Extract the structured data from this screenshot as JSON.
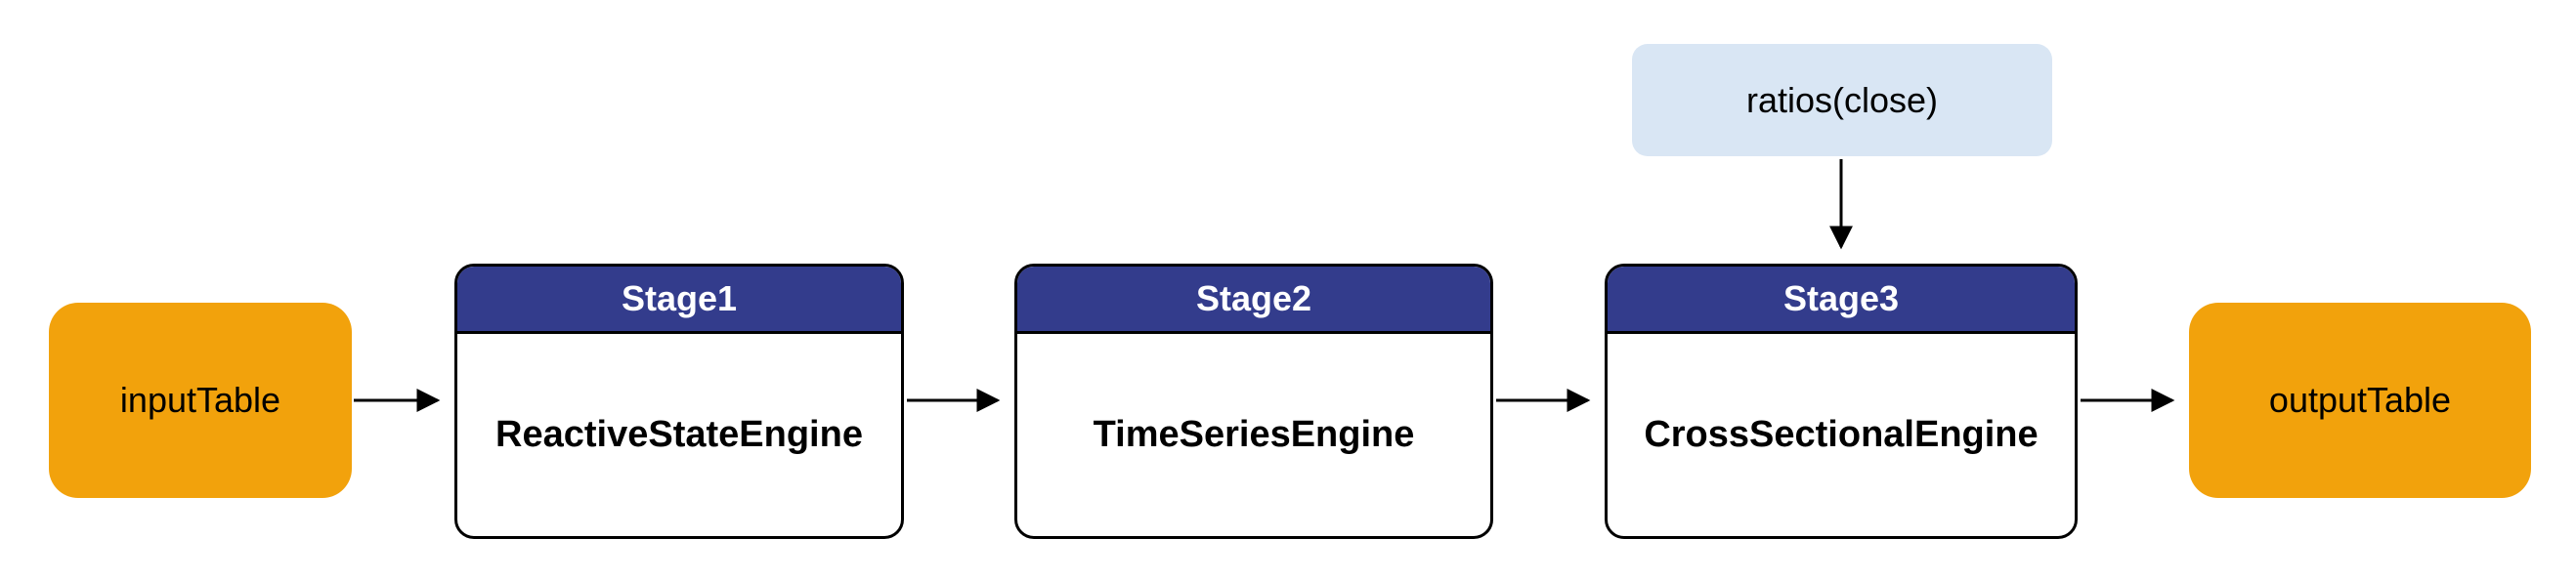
{
  "diagram": {
    "input_node": {
      "label": "inputTable"
    },
    "output_node": {
      "label": "outputTable"
    },
    "annotation_node": {
      "label": "ratios(close)"
    },
    "stages": [
      {
        "header": "Stage1",
        "body": "ReactiveStateEngine"
      },
      {
        "header": "Stage2",
        "body": "TimeSeriesEngine"
      },
      {
        "header": "Stage3",
        "body": "CrossSectionalEngine"
      }
    ],
    "colors": {
      "io_fill": "#F2A20C",
      "stage_header_fill": "#333C8C",
      "stage_body_fill": "#FFFFFF",
      "stage_border": "#000000",
      "annotation_fill": "#D9E6F4",
      "arrow": "#000000"
    }
  }
}
